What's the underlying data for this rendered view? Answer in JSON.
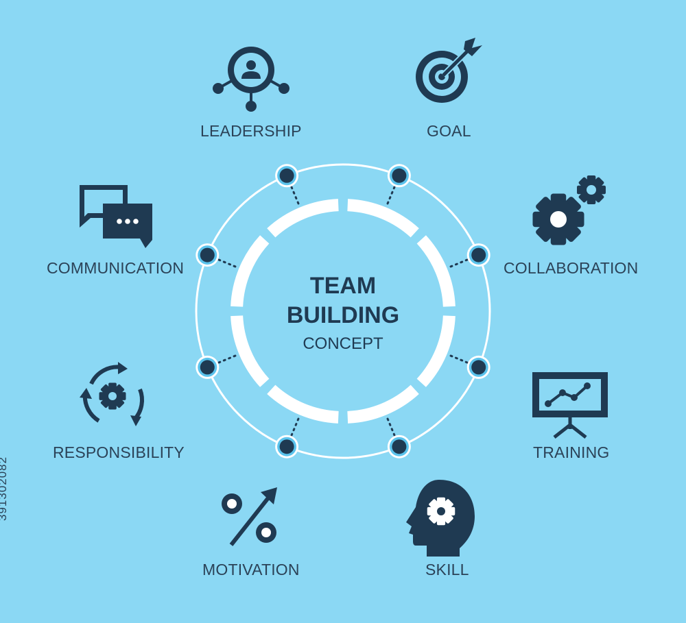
{
  "colors": {
    "background": "#8bd8f4",
    "icon": "#1f3a52",
    "ring": "#ffffff",
    "node_outer": "#ffffff",
    "node_ring": "#5bc3ec",
    "text": "#2b4257"
  },
  "center": {
    "line1": "TEAM",
    "line2": "BUILDING",
    "line3": "CONCEPT"
  },
  "items": [
    {
      "label": "LEADERSHIP",
      "icon": "leadership-icon"
    },
    {
      "label": "GOAL",
      "icon": "target-arrow-icon"
    },
    {
      "label": "COLLABORATION",
      "icon": "gears-icon"
    },
    {
      "label": "TRAINING",
      "icon": "presentation-board-icon"
    },
    {
      "label": "SKILL",
      "icon": "head-gear-icon"
    },
    {
      "label": "MOTIVATION",
      "icon": "percent-arrow-icon"
    },
    {
      "label": "RESPONSIBILITY",
      "icon": "cycle-gear-icon"
    },
    {
      "label": "COMMUNICATION",
      "icon": "chat-bubbles-icon"
    }
  ],
  "watermark": "391302082"
}
